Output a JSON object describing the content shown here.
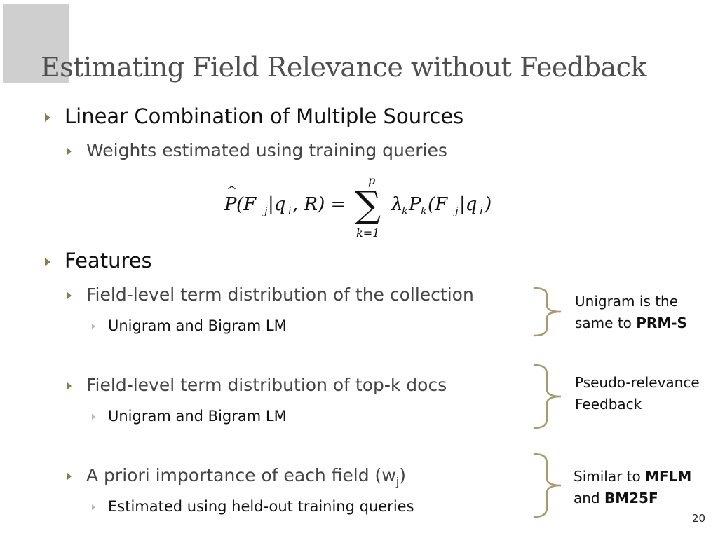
{
  "slide": {
    "title": "Estimating Field Relevance without Feedback",
    "page_number": "20"
  },
  "bullets": {
    "b1": "Linear Combination of Multiple Sources",
    "b1_sub1": "Weights estimated using training queries",
    "b2": "Features",
    "b2_sub1": "Field-level term distribution of the collection",
    "b2_sub1_sub": "Unigram and Bigram LM",
    "b2_sub2": "Field-level term distribution of top-k docs",
    "b2_sub2_sub": "Unigram and Bigram LM",
    "b2_sub3_prefix": "A priori importance of each field (w",
    "b2_sub3_subscript": "j",
    "b2_sub3_suffix": ")",
    "b2_sub3_sub": "Estimated using held-out training queries"
  },
  "notes": {
    "n1_line1": "Unigram is the",
    "n1_line2_prefix": "same to ",
    "n1_line2_bold": "PRM-S",
    "n2_line1": "Pseudo-relevance",
    "n2_line2": "Feedback",
    "n3_line1_prefix": "Similar to ",
    "n3_line1_bold": "MFLM",
    "n3_line2_prefix": "and ",
    "n3_line2_bold": "BM25F"
  },
  "formula": {
    "lhs_P": "P",
    "lhs_hat": "^",
    "lhs_args": "(F",
    "lhs_j": "j",
    "lhs_bar": "|q",
    "lhs_i": "i",
    "lhs_rest": ", R) =",
    "sum_symbol": "∑",
    "sum_upper": "p",
    "sum_lower": "k=1",
    "rhs_lambda": "λ",
    "rhs_k": "k",
    "rhs_P": "P",
    "rhs_k2": "k",
    "rhs_args": "(F",
    "rhs_j": "j",
    "rhs_bar": "|q",
    "rhs_i": "i",
    "rhs_close": ")"
  },
  "colors": {
    "accent_bullet": "#8c7a4c",
    "brace": "#a89a6e"
  }
}
